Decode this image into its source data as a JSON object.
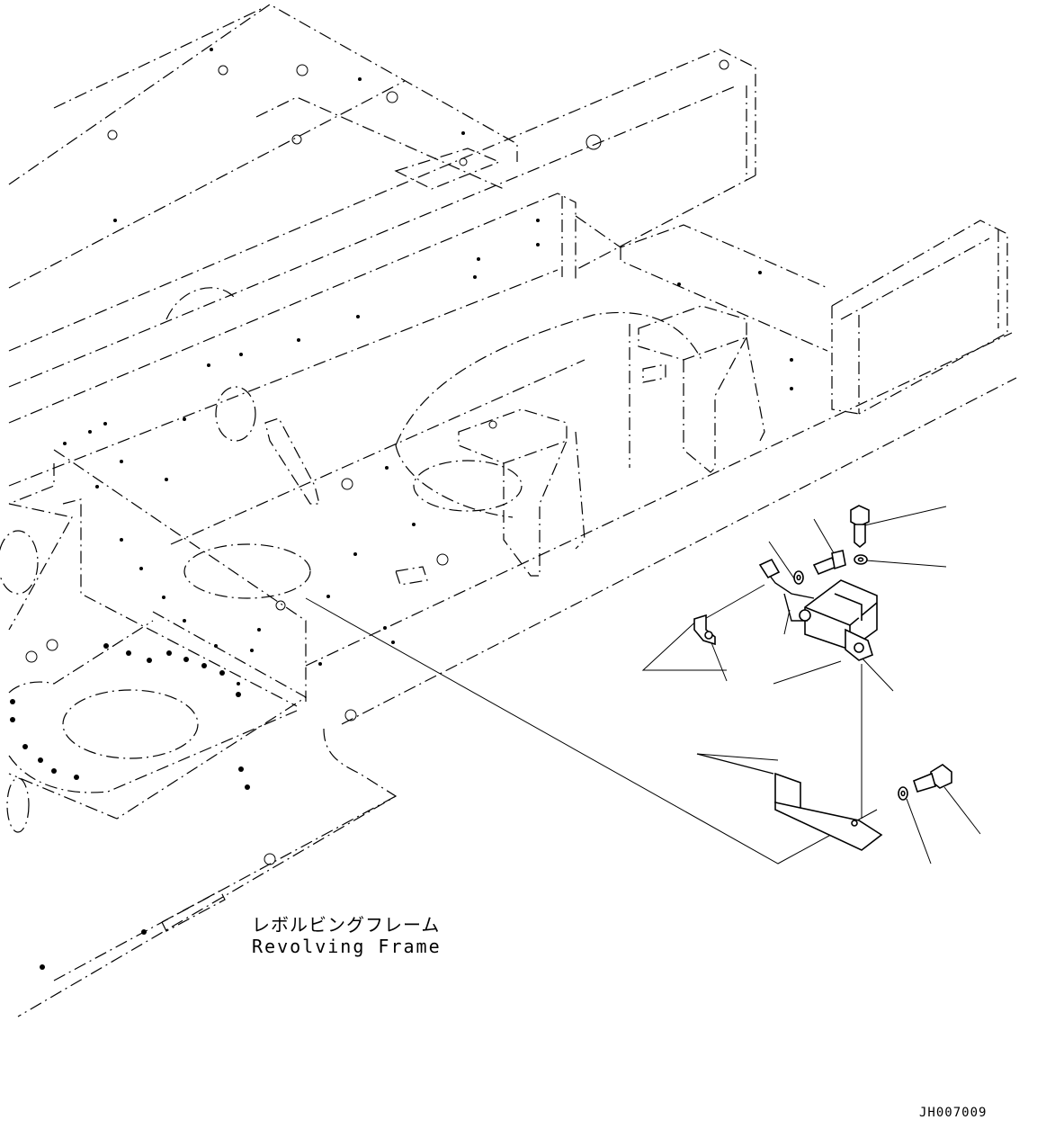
{
  "frame_label": {
    "japanese": "レボルビングフレーム",
    "english": "Revolving Frame"
  },
  "drawing_code": "JH007009",
  "icons": {
    "frame": "revolving-frame-drawing",
    "solenoid": "solenoid-valve-icon",
    "bracket": "mounting-bracket-icon",
    "bolt": "bolt-icon",
    "washer": "washer-icon"
  }
}
